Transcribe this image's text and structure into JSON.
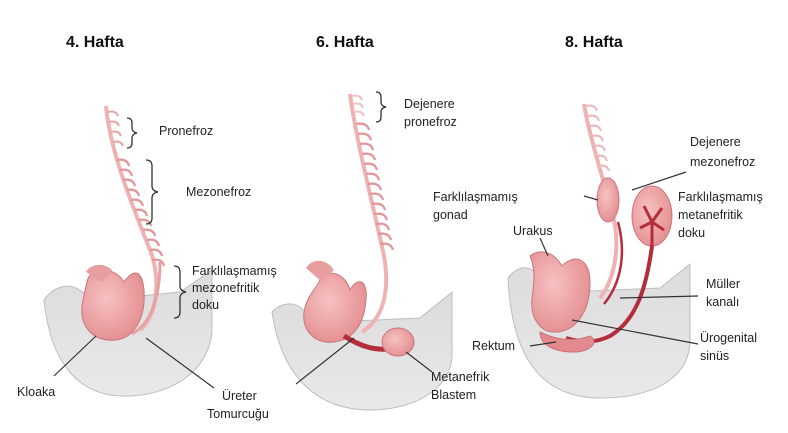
{
  "panels": [
    {
      "title": "4. Hafta",
      "labels": {
        "pronephros": "Pronefroz",
        "mesonephros": "Mezonefroz",
        "undiff_line1": "Farklılaşmamış",
        "undiff_line2": "mezonefritik",
        "undiff_line3": "doku",
        "cloaca": "Kloaka",
        "ureter_line1": "Üreter",
        "ureter_line2": "Tomurcuğu"
      }
    },
    {
      "title": "6. Hafta",
      "labels": {
        "degen_line1": "Dejenere",
        "degen_line2": "pronefroz",
        "blastema_line1": "Metanefrik",
        "blastema_line2": "Blastem"
      }
    },
    {
      "title": "8. Hafta",
      "labels": {
        "degen_line1": "Dejenere",
        "degen_line2": "mezonefroz",
        "gonad_line1": "Farklılaşmamış",
        "gonad_line2": "gonad",
        "meta_line1": "Farklılaşmamış",
        "meta_line2": "metanefritik",
        "meta_line3": "doku",
        "urachus": "Urakus",
        "muller_line1": "Müller",
        "muller_line2": "kanalı",
        "rectum": "Rektum",
        "sinus_line1": "Ürogenital",
        "sinus_line2": "sinüs"
      }
    }
  ]
}
